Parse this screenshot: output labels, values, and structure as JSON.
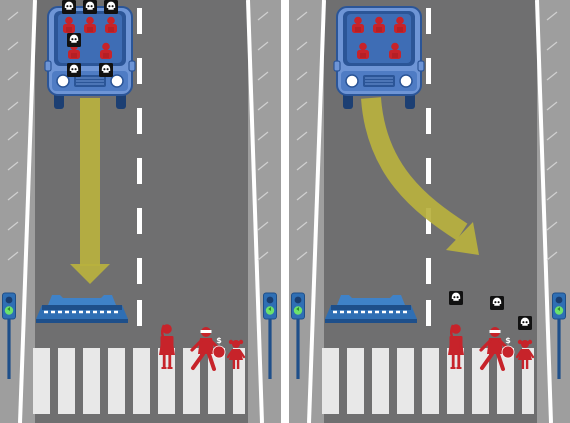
{
  "scenarios": [
    {
      "id": "stay",
      "choice": "straight",
      "passenger_deaths": 5,
      "pedestrian_deaths": 0,
      "arrow_color": "#B8B13E"
    },
    {
      "id": "swerve",
      "choice": "swerve",
      "passenger_deaths": 0,
      "pedestrian_deaths": 3,
      "arrow_color": "#B8B13E"
    }
  ],
  "car": {
    "passengers": 5,
    "color": "#6E95D6"
  },
  "pedestrians": [
    "woman",
    "thief",
    "girl"
  ],
  "barrier": {
    "color": "#2F6FB4"
  },
  "traffic_light": {
    "signal": "green",
    "color": "#2F6FB4",
    "lamp": "#6CE36C"
  },
  "colors": {
    "road": "#6F6F70",
    "sidewalk": "#9E9E9E",
    "person": "#C7232A",
    "skull_bg": "#111111"
  },
  "icons": [
    "skull-icon",
    "dollar-sign-icon",
    "traffic-light-icon",
    "barrier-icon",
    "car-icon"
  ],
  "labels": {
    "money_sign": "$"
  }
}
